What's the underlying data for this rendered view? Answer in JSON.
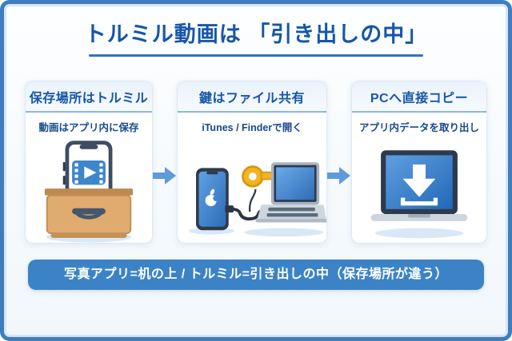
{
  "title": {
    "text": "トルミル動画は 「引き出しの中」",
    "color": "#1656a8"
  },
  "columns": [
    {
      "header": "保存場所はトルミル",
      "subtitle": "動画はアプリ内に保存",
      "illustration": "phone-in-drawer"
    },
    {
      "header": "鍵はファイル共有",
      "subtitle": "iTunes / Finderで開く",
      "illustration": "phone-key-laptop"
    },
    {
      "header": "PCへ直接コピー",
      "subtitle": "アプリ内データを取り出し",
      "illustration": "laptop-download"
    }
  ],
  "arrows": {
    "icon": "right-arrow",
    "color": "#5e9bd8"
  },
  "footer": {
    "text": "写真アプリ=机の上 / トルミル=引き出しの中（保存場所が違う）",
    "background": "#3b83c6",
    "text_color": "#ffffff"
  },
  "colors": {
    "frame_border": "#3f7dc0",
    "heading_blue": "#1656a8",
    "divider_blue": "#2f74c0",
    "key_gold": "#f2b41f",
    "screen_blue": "#4488d4",
    "wood": "#dfab6f"
  }
}
